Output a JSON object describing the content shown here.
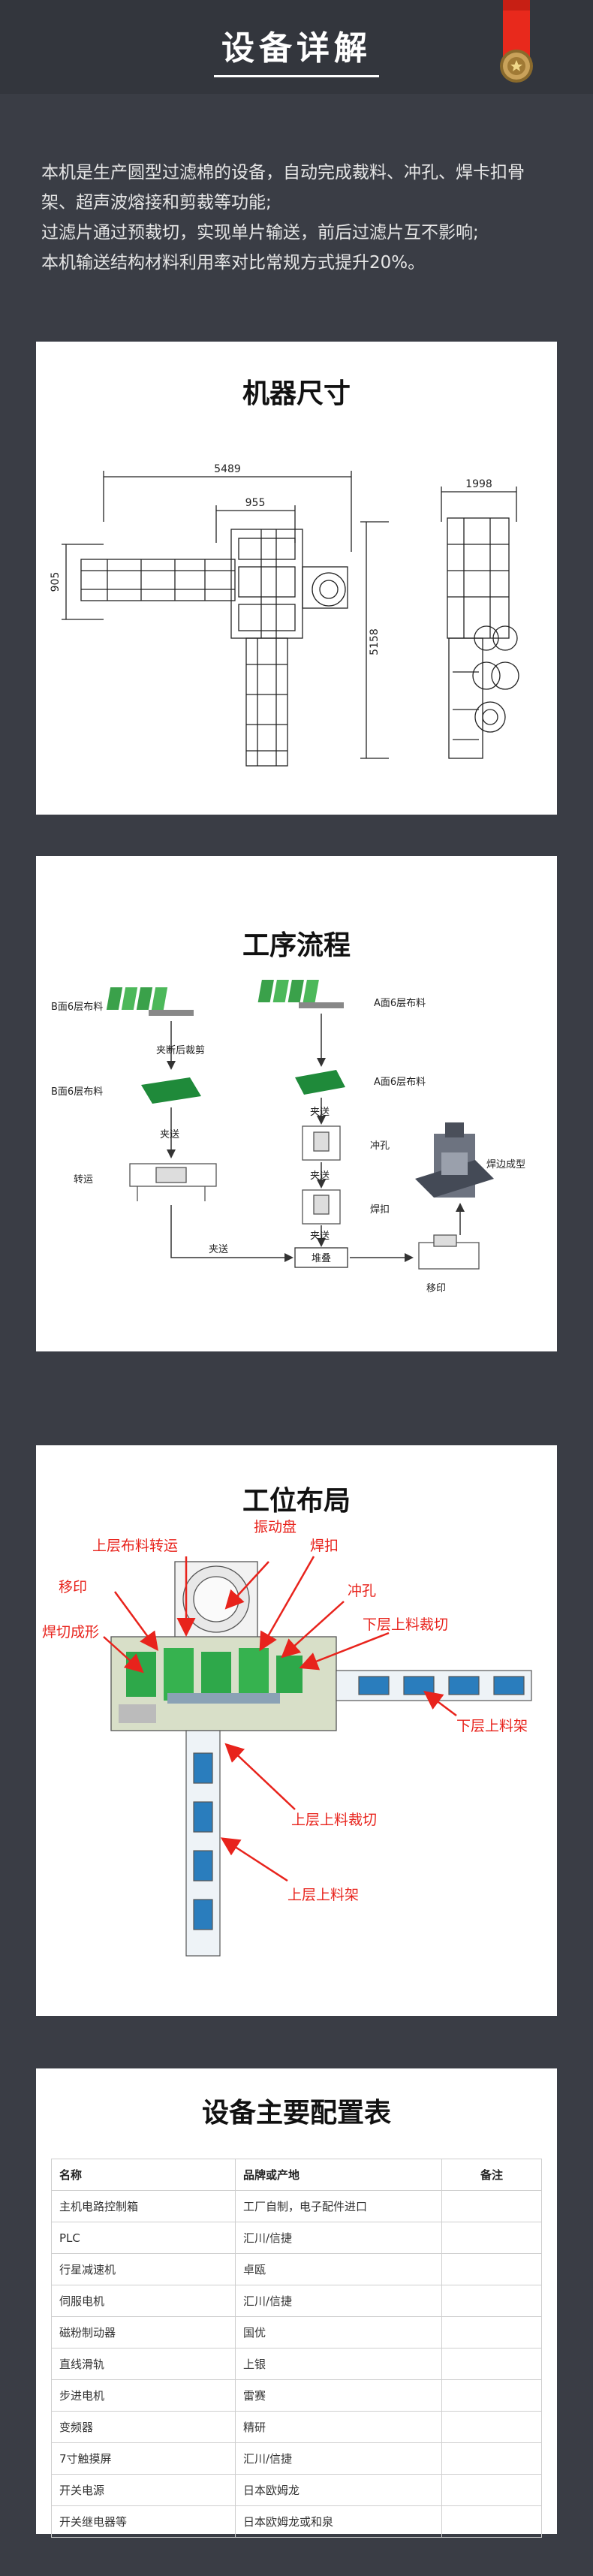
{
  "header": {
    "title": "设备详解"
  },
  "intro": {
    "lines": [
      "本机是生产圆型过滤棉的设备，自动完成裁料、冲孔、焊卡扣骨",
      "架、超声波熔接和剪裁等功能;",
      "过滤片通过预裁切，实现单片输送，前后过滤片互不影响;",
      "本机输送结构材料利用率对比常规方式提升20%。"
    ]
  },
  "dimensions": {
    "title": "机器尺寸",
    "labels": {
      "total_length": "5489",
      "section_length": "955",
      "side_height": "905",
      "total_height": "5158",
      "width": "1998"
    }
  },
  "process": {
    "title": "工序流程",
    "labels": {
      "b_material": "B面6层布料",
      "a_material": "A面6层布料",
      "clip_cut": "夹断后裁剪",
      "b_cut": "B面6层布料",
      "a_cut": "A面6层布料",
      "feed1": "夹送",
      "feed2": "夹送",
      "feed3": "夹送",
      "feed4": "夹送",
      "feed5": "夹送",
      "transfer": "转运",
      "punch": "冲孔",
      "weld_clip": "焊扣",
      "stack": "堆叠",
      "weld_form": "焊边成型",
      "move_print": "移印"
    }
  },
  "layout": {
    "title": "工位布局",
    "labels": {
      "upper_transfer": "上层布料转运",
      "vibrator": "振动盘",
      "weld_clip": "焊扣",
      "move_print": "移印",
      "punch": "冲孔",
      "lower_cut": "下层上料裁切",
      "weld_form": "焊切成形",
      "lower_rack": "下层上料架",
      "upper_cut": "上层上料裁切",
      "upper_rack": "上层上料架"
    },
    "label_color": "#e8231c"
  },
  "config": {
    "title": "设备主要配置表",
    "headers": [
      "名称",
      "品牌或产地",
      "备注"
    ],
    "rows": [
      [
        "主机电路控制箱",
        "工厂自制，电子配件进口",
        ""
      ],
      [
        "PLC",
        "汇川/信捷",
        ""
      ],
      [
        "行星减速机",
        "卓瓯",
        ""
      ],
      [
        "伺服电机",
        "汇川/信捷",
        ""
      ],
      [
        "磁粉制动器",
        "国优",
        ""
      ],
      [
        "直线滑轨",
        "上银",
        ""
      ],
      [
        "步进电机",
        "雷赛",
        ""
      ],
      [
        "变频器",
        "精研",
        ""
      ],
      [
        "7寸触摸屏",
        "汇川/信捷",
        ""
      ],
      [
        "开关电源",
        "日本欧姆龙",
        ""
      ],
      [
        "开关继电器等",
        "日本欧姆龙或和泉",
        ""
      ]
    ]
  },
  "colors": {
    "background": "#3a3d45",
    "ribbon": "#e8291c",
    "medal": "#c9a25a"
  }
}
